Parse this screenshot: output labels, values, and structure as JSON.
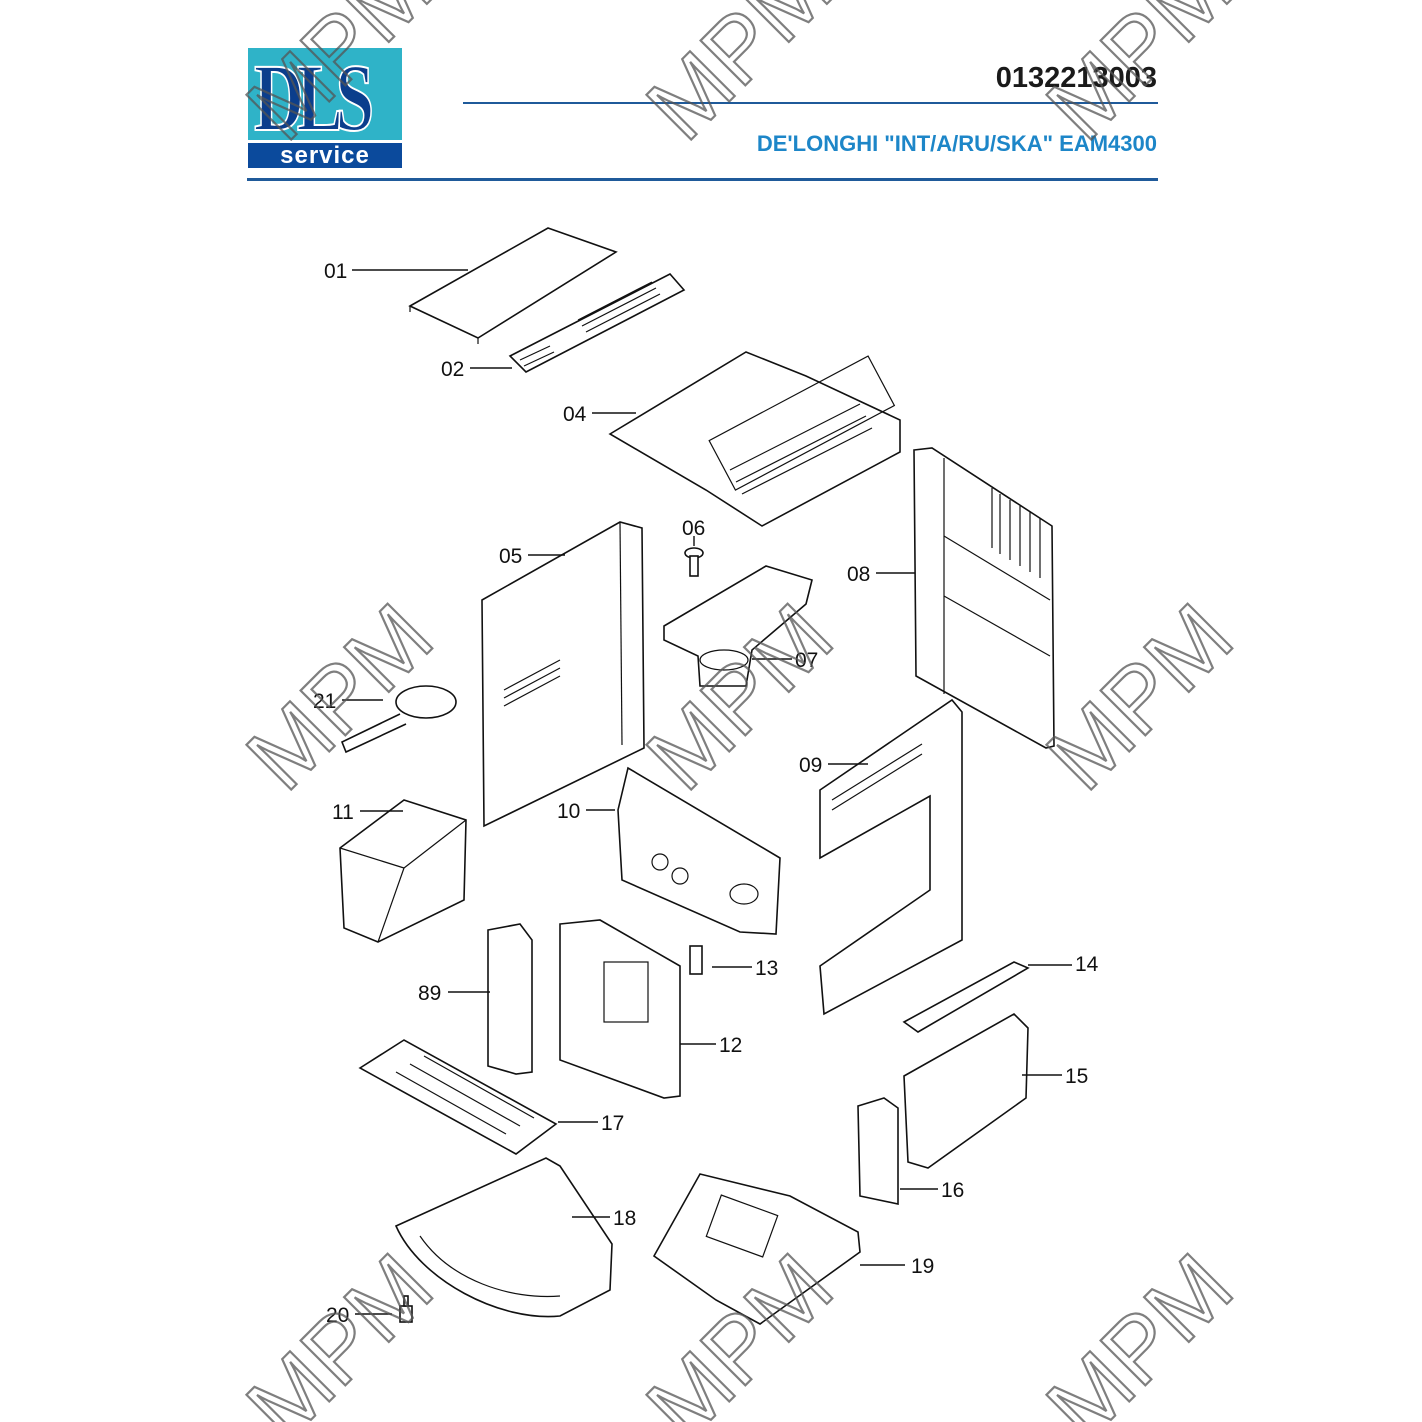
{
  "header": {
    "logo_main": "DLS",
    "logo_sub": "service",
    "document_code": "0132213003",
    "model_title": "DE'LONGHI \"INT/A/RU/SKA\" EAM4300"
  },
  "watermark": "MPM",
  "colors": {
    "brand_cyan": "#2fb3c8",
    "brand_navy": "#0b4a9c",
    "title_blue": "#1d86c8",
    "rule": "#1f5a9a"
  },
  "parts": [
    "01",
    "02",
    "04",
    "05",
    "06",
    "07",
    "08",
    "21",
    "09",
    "11",
    "10",
    "13",
    "14",
    "89",
    "12",
    "15",
    "17",
    "16",
    "18",
    "19",
    "20"
  ]
}
